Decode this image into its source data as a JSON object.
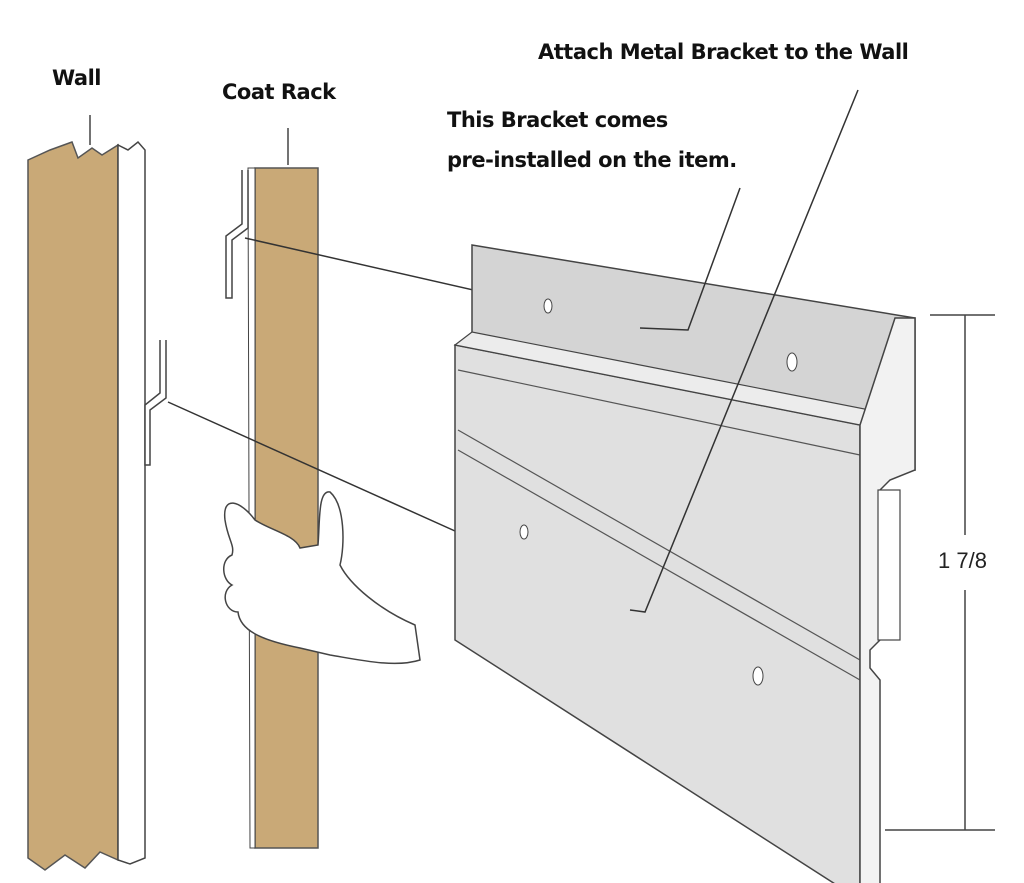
{
  "labels": {
    "wall": "Wall",
    "coat_rack": "Coat Rack",
    "preinstalled_line1": "This Bracket comes",
    "preinstalled_line2": "pre-installed on the item.",
    "attach": "Attach Metal Bracket to the Wall",
    "dimension": "1 7/8"
  },
  "colors": {
    "wood": "#c9a977",
    "metal": "#d6d6d6",
    "outline": "#333333"
  }
}
